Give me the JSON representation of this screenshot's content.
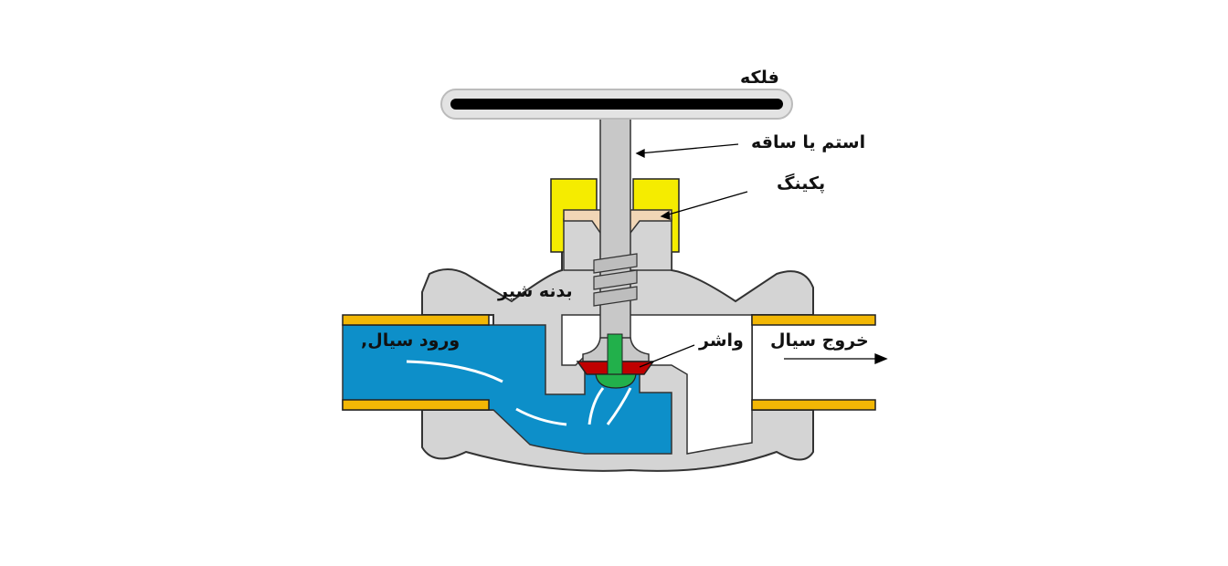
{
  "labels": {
    "handwheel": "فلکه",
    "stem": "استم یا ساقه",
    "packing": "پکینگ",
    "body": "بدنه شیر",
    "inlet": "ورود سیال,",
    "washer": "واشر",
    "outlet": "خروج سیال"
  },
  "colors": {
    "body": "#d4d4d4",
    "fluid": "#0d8fc9",
    "pipe": "#f2b705",
    "nut": "#f5ec00",
    "packing": "#f1d6b6",
    "washer": "#c00000",
    "screw": "#22b04b"
  }
}
